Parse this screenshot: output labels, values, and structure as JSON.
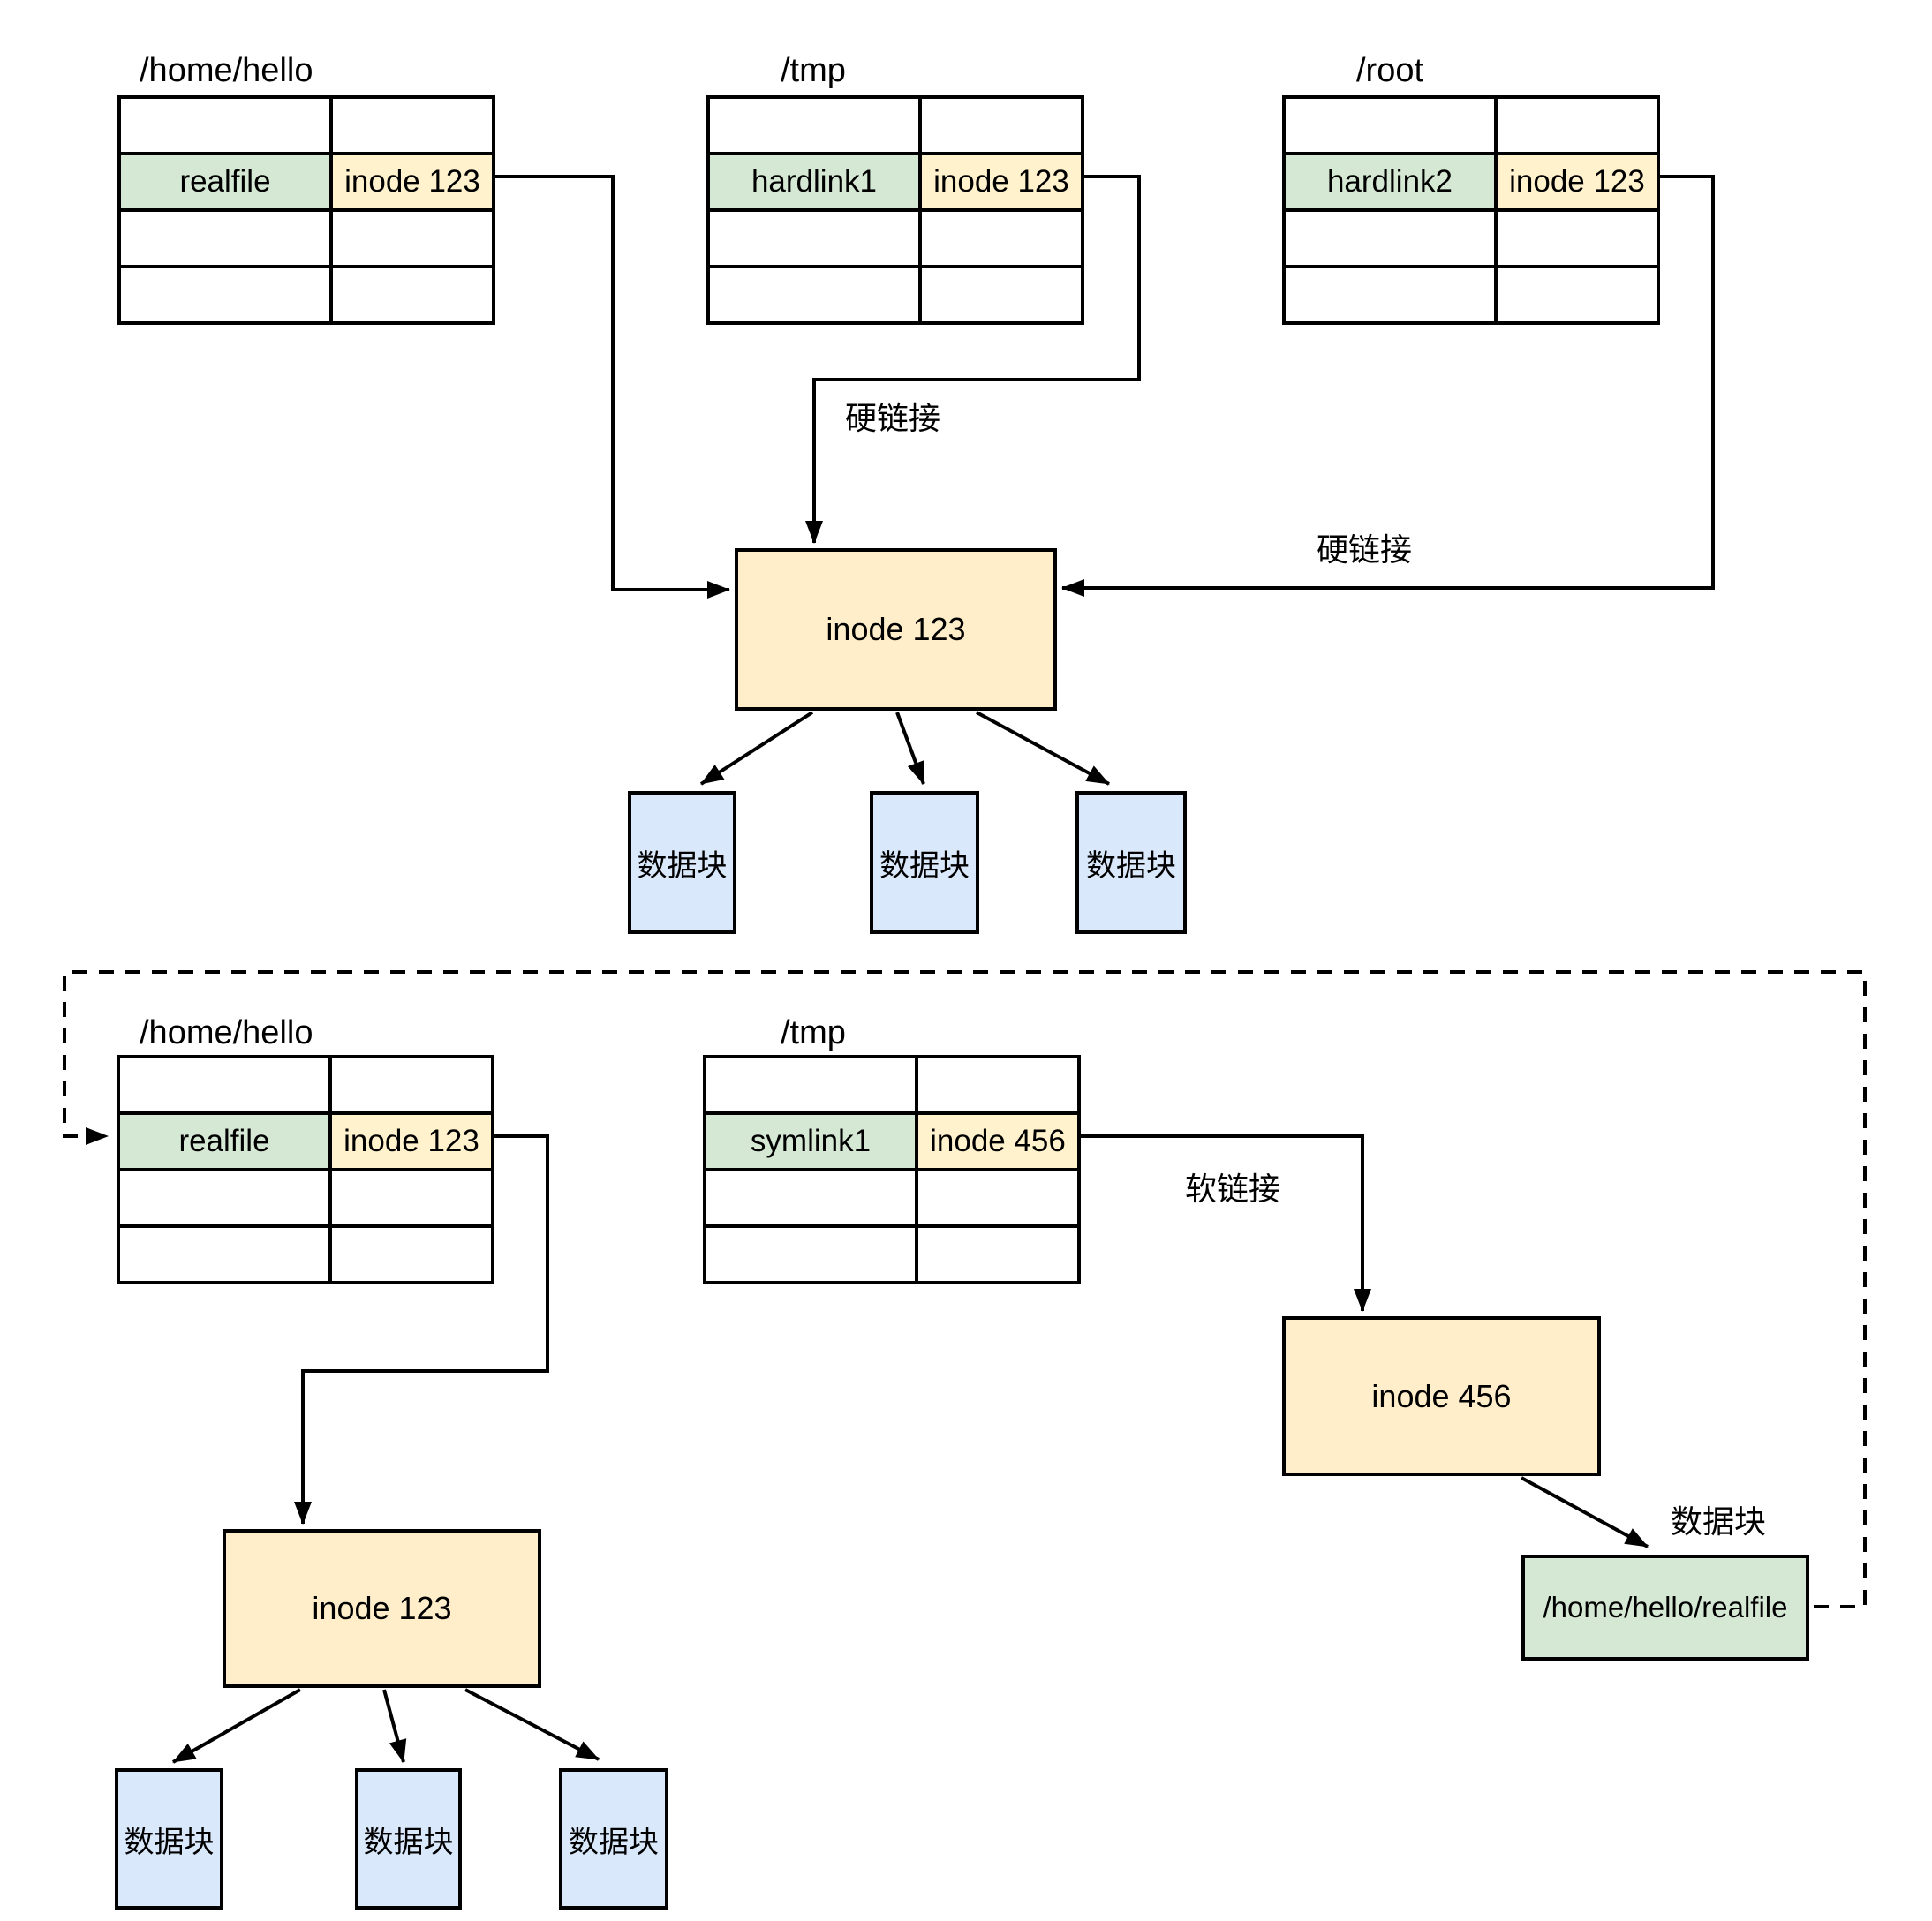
{
  "colors": {
    "entry_name_fill": "#d5e8d4",
    "entry_inode_fill": "#fff2cc",
    "inode_box_fill": "#ffeec9",
    "data_block_fill": "#dae8fc",
    "target_box_fill": "#d5e8d4",
    "line": "#000000"
  },
  "top": {
    "tables": [
      {
        "title": "/home/hello",
        "name": "realfile",
        "inode": "inode 123"
      },
      {
        "title": "/tmp",
        "name": "hardlink1",
        "inode": "inode 123"
      },
      {
        "title": "/root",
        "name": "hardlink2",
        "inode": "inode 123"
      }
    ],
    "inode_box": "inode 123",
    "hardlink_label_mid": "硬链接",
    "hardlink_label_right": "硬链接",
    "blocks": [
      "数据块",
      "数据块",
      "数据块"
    ]
  },
  "bottom": {
    "tables": [
      {
        "title": "/home/hello",
        "name": "realfile",
        "inode": "inode 123"
      },
      {
        "title": "/tmp",
        "name": "symlink1",
        "inode": "inode 456"
      }
    ],
    "inode_box_left": "inode 123",
    "inode_box_right": "inode 456",
    "softlink_label": "软链接",
    "datablock_label": "数据块",
    "target_box": "/home/hello/realfile",
    "blocks": [
      "数据块",
      "数据块",
      "数据块"
    ]
  }
}
